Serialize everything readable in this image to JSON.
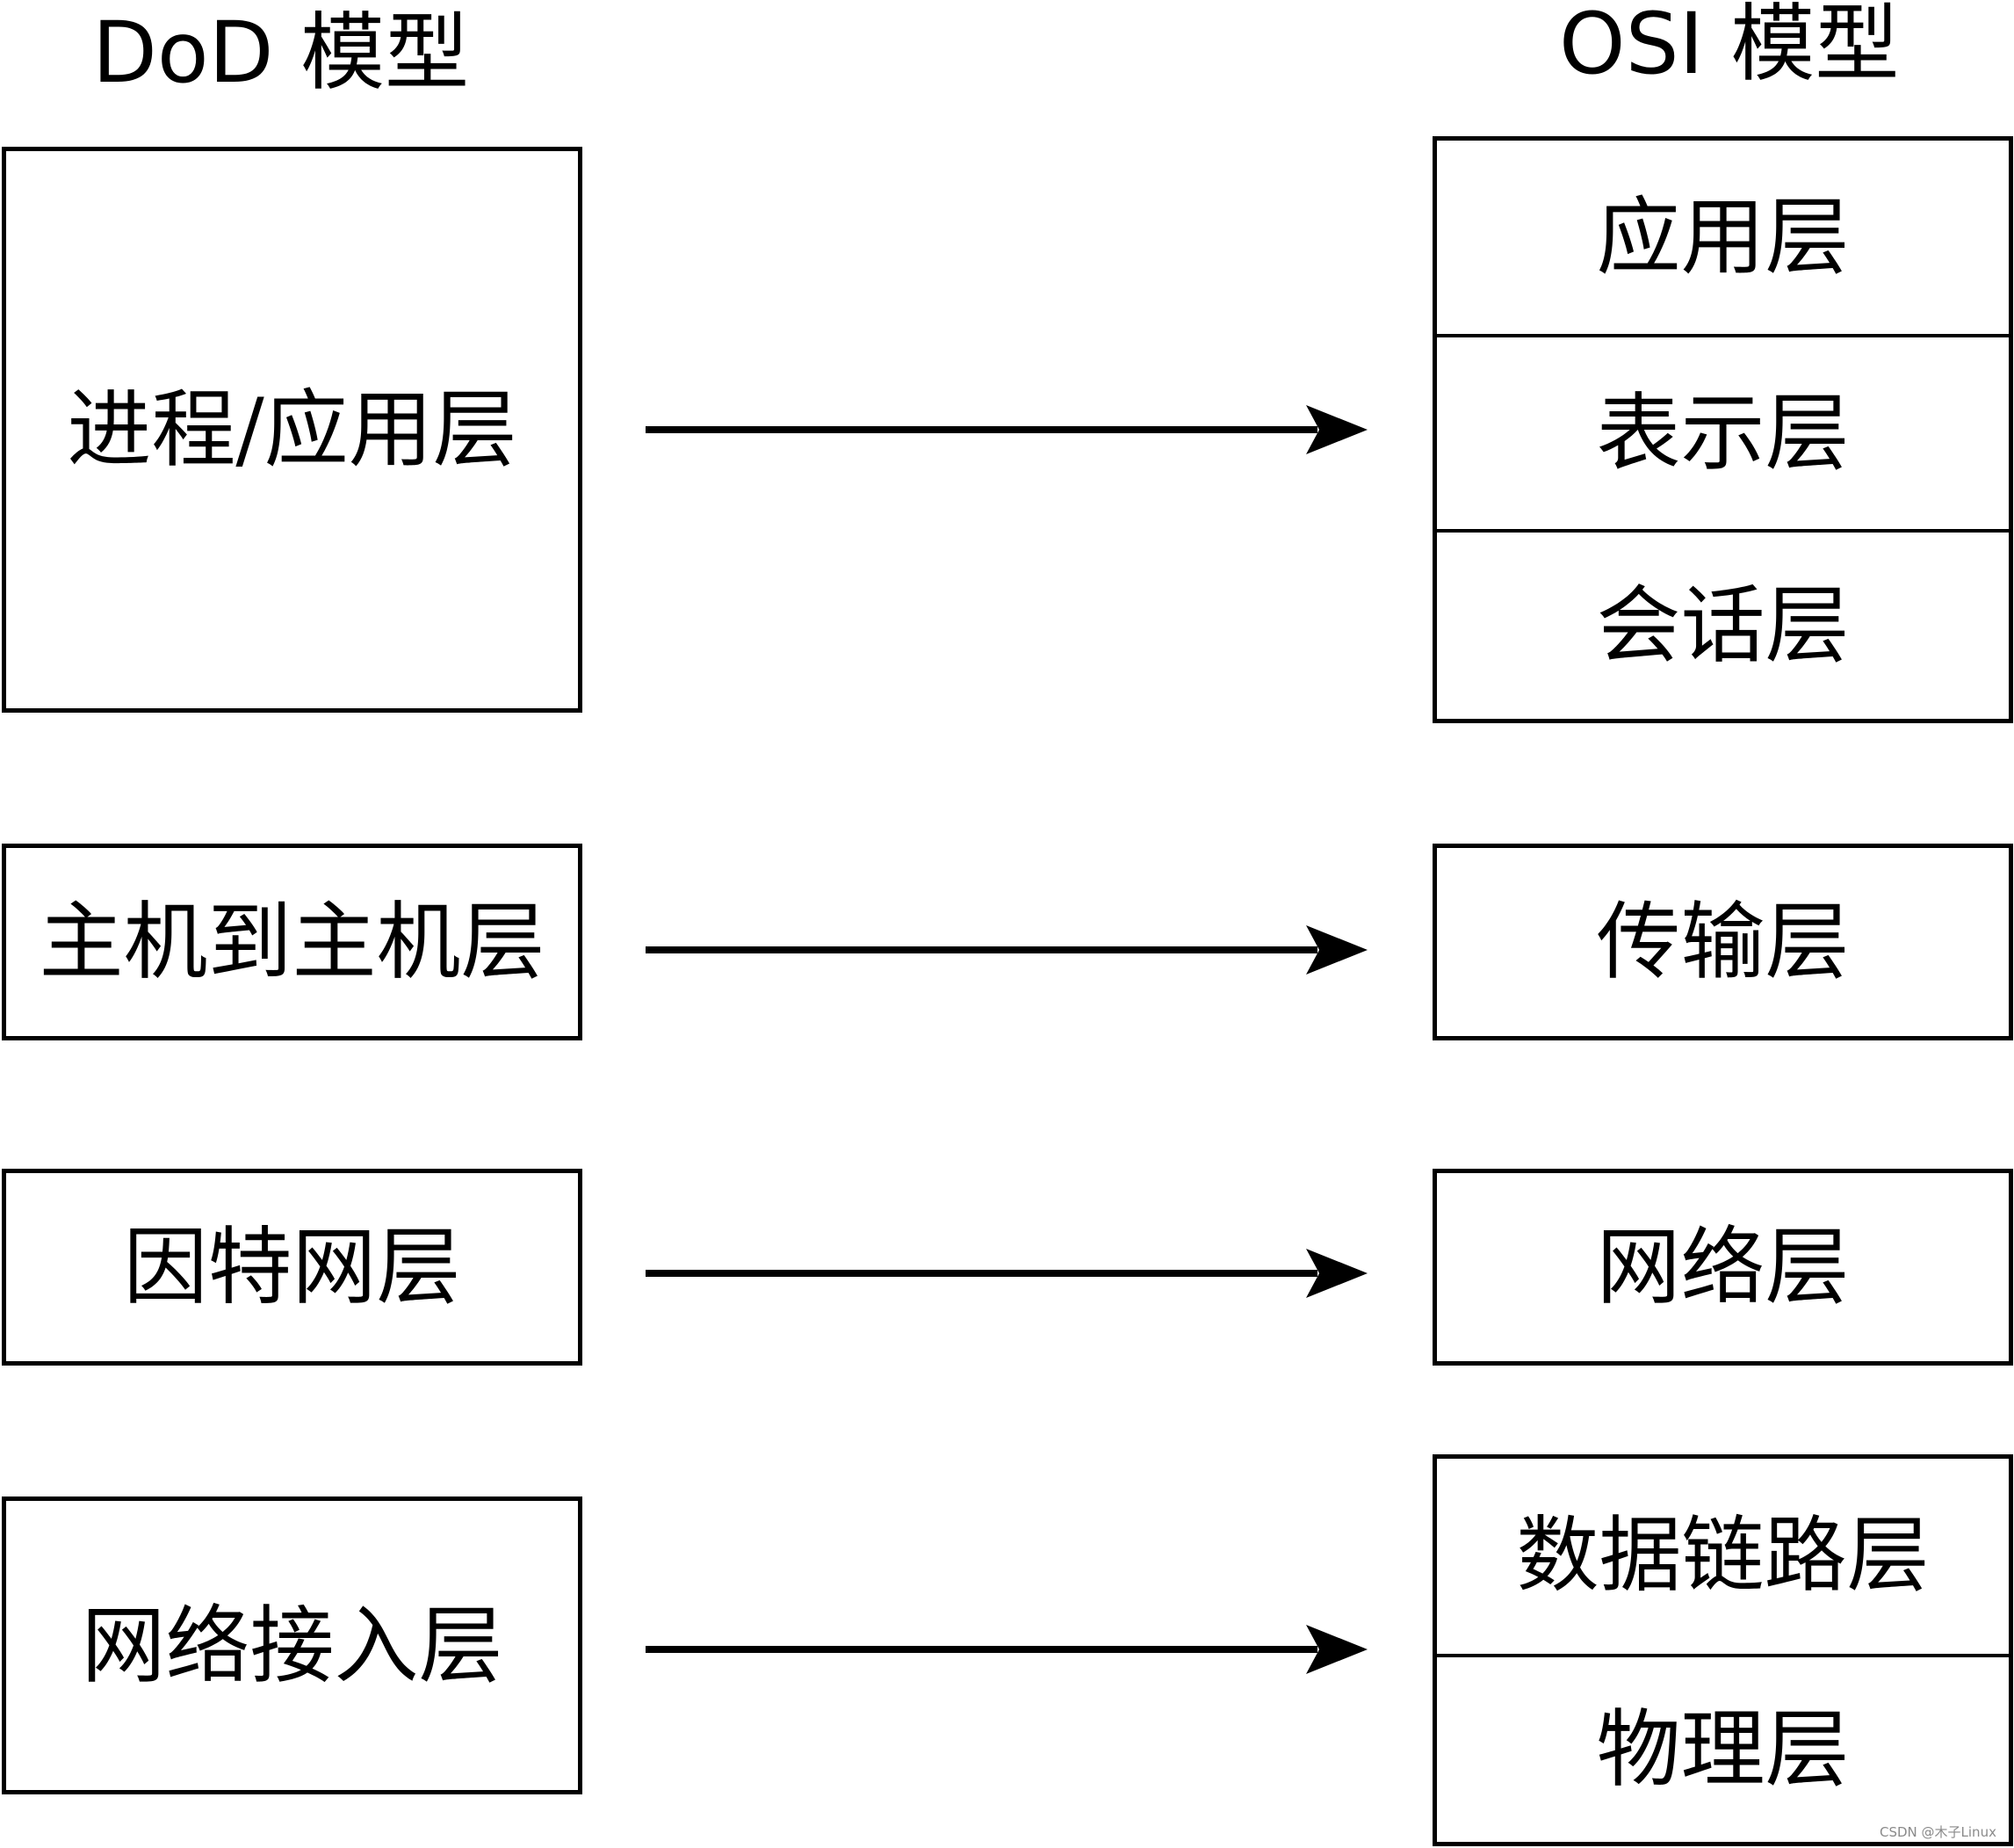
{
  "dod_model": {
    "title": "DoD 模型",
    "layers": [
      "进程/应用层",
      "主机到主机层",
      "因特网层",
      "网络接入层"
    ]
  },
  "osi_model": {
    "title": "OSI 模型",
    "groups": [
      [
        "应用层",
        "表示层",
        "会话层"
      ],
      [
        "传输层"
      ],
      [
        "网络层"
      ],
      [
        "数据链路层",
        "物理层"
      ]
    ]
  },
  "watermark": "CSDN @木子Linux",
  "colors": {
    "line": "#000000",
    "background": "#ffffff"
  }
}
